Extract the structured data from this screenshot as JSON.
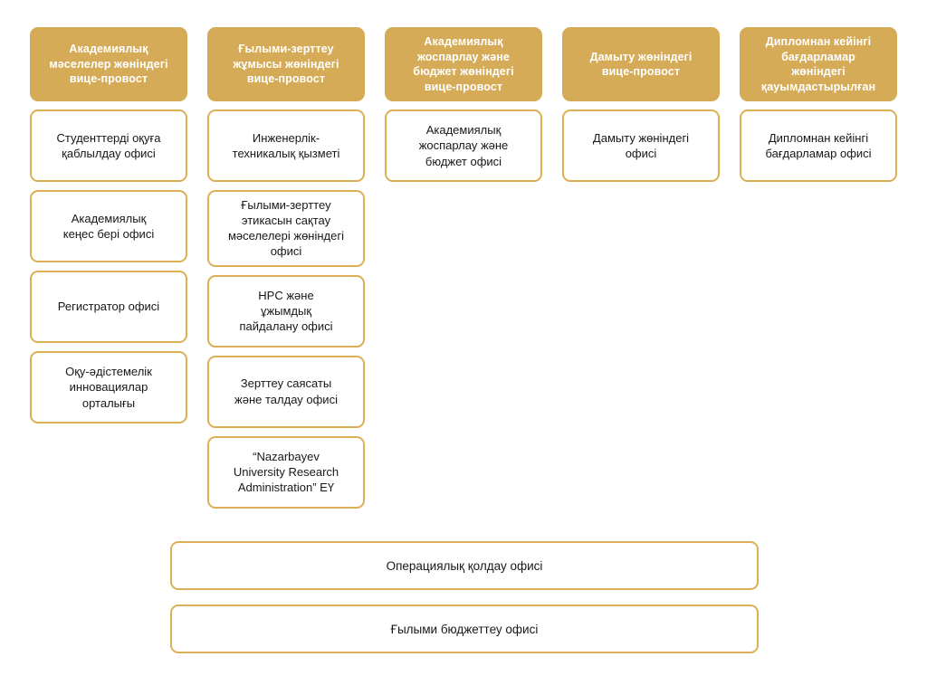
{
  "theme": {
    "header_fill": "#d6ab57",
    "border": "#ddaf55",
    "header_text": "#ffffff",
    "body_text": "#18181a",
    "background": "#ffffff"
  },
  "columns": [
    {
      "header": "Академиялық\nмәселелер жөніндегі\nвице-провост",
      "items": [
        "Студенттерді оқуға\nқаблылдау офисі",
        "Академиялық\nкеңес бері офисі",
        "Регистратор офисі",
        "Оқу-әдістемелік\nинновациялар\nорталығы"
      ]
    },
    {
      "header": "Ғылыми-зерттеу\nжұмысы жөніндегі\nвице-провост",
      "items": [
        "Инженерлік-\nтехникалық қызметі",
        "Ғылыми-зерттеу\nэтикасын сақтау\nмәселелері жөніндегі\nофисі",
        "HPC және\nұжымдық\nпайдалану офисі",
        "Зерттеу саясаты\nжәне талдау офисі",
        "“Nazarbayev\nUniversity Research\nAdministration” ЕҮ"
      ]
    },
    {
      "header": "Академиялық\nжоспарлау және\nбюджет жөніндегі\nвице-провост",
      "items": [
        "Академиялық\nжоспарлау және\nбюджет офисі"
      ]
    },
    {
      "header": "Дамыту жөніндегі\nвице-провост",
      "items": [
        "Дамыту жөніндегі\nофисі"
      ]
    },
    {
      "header": "Дипломнан кейінгі\nбағдарламар\nжөніндегі\nқауымдастырылған",
      "items": [
        "Дипломнан кейінгі\nбағдарламар офисі"
      ]
    }
  ],
  "wide_nodes": [
    "Операциялық қолдау офисі",
    "Ғылыми бюджеттеу офисі"
  ]
}
